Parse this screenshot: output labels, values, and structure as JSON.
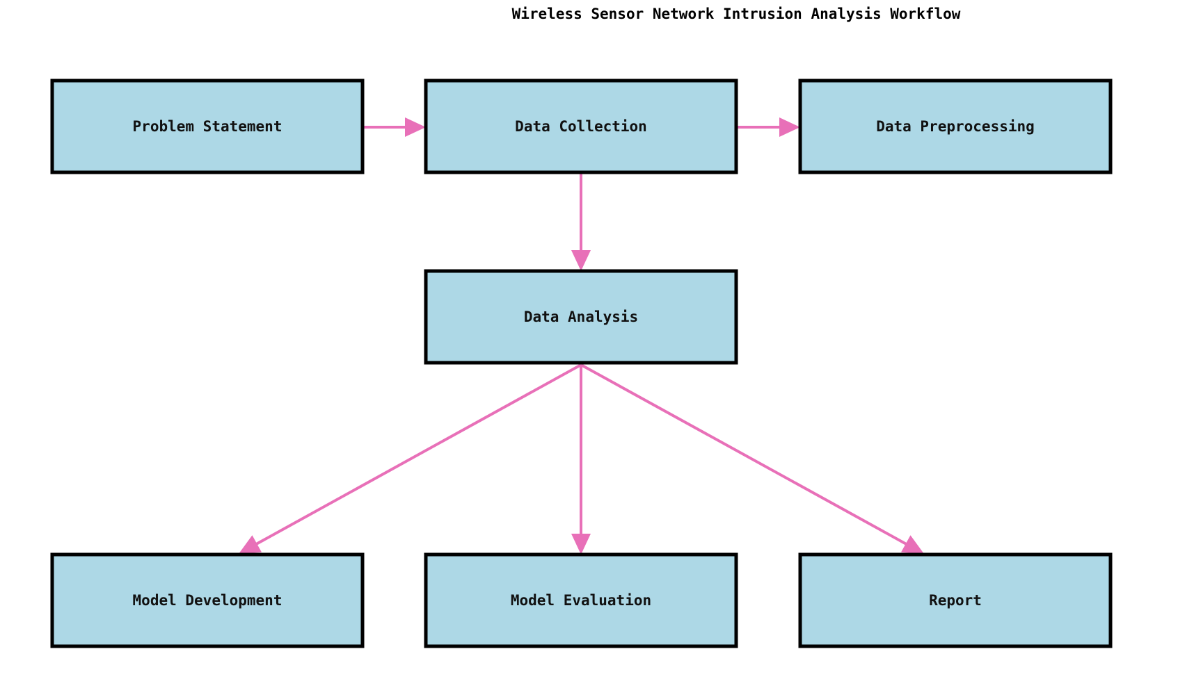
{
  "title": "Wireless Sensor Network Intrusion Analysis Workflow",
  "colors": {
    "node_fill": "#add8e6",
    "node_border": "#000000",
    "arrow": "#e870b8",
    "background": "#ffffff"
  },
  "nodes": [
    {
      "id": "problem-statement",
      "label": "Problem Statement"
    },
    {
      "id": "data-collection",
      "label": "Data Collection"
    },
    {
      "id": "data-preprocessing",
      "label": "Data Preprocessing"
    },
    {
      "id": "data-analysis",
      "label": "Data Analysis"
    },
    {
      "id": "model-development",
      "label": "Model Development"
    },
    {
      "id": "model-evaluation",
      "label": "Model Evaluation"
    },
    {
      "id": "report",
      "label": "Report"
    }
  ],
  "edges": [
    {
      "from": "problem-statement",
      "to": "data-collection"
    },
    {
      "from": "data-collection",
      "to": "data-preprocessing"
    },
    {
      "from": "data-collection",
      "to": "data-analysis"
    },
    {
      "from": "data-analysis",
      "to": "model-development"
    },
    {
      "from": "data-analysis",
      "to": "model-evaluation"
    },
    {
      "from": "data-analysis",
      "to": "report"
    }
  ]
}
